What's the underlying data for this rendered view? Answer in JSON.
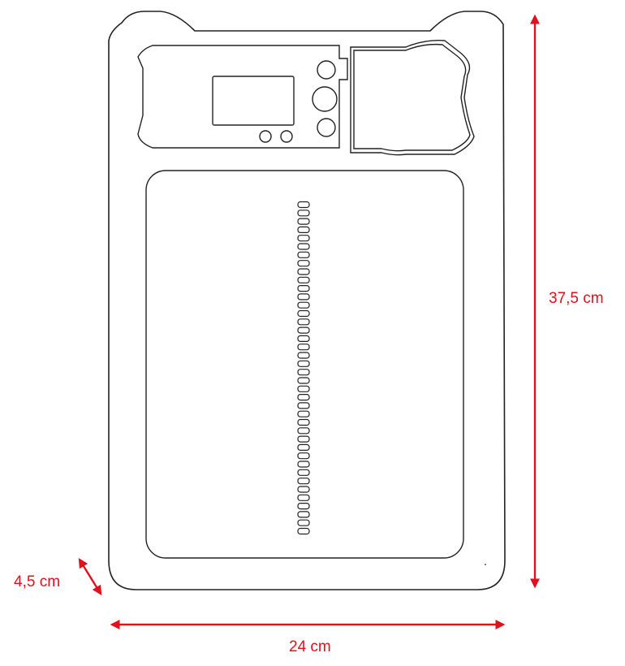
{
  "dimensions": {
    "height_label": "37,5 cm",
    "width_label": "24 cm",
    "depth_label": "4,5 cm"
  },
  "scale": {
    "slot_count": 40
  },
  "colors": {
    "dimension": "#e0101e",
    "outline": "#222222",
    "background": "#ffffff"
  }
}
